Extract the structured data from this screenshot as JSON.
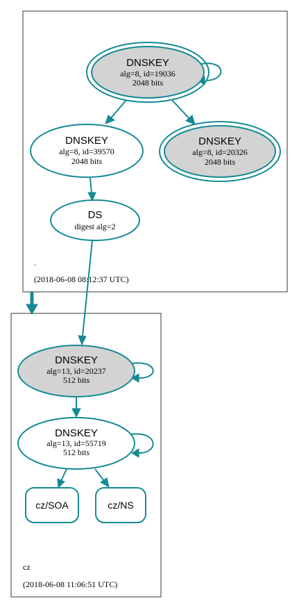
{
  "colors": {
    "edge": "#158a93",
    "shaded_fill": "#d3d3d3",
    "border": "#333333"
  },
  "root_zone": {
    "name": ".",
    "timestamp": "(2018-06-08 08:12:37 UTC)",
    "ksk": {
      "title": "DNSKEY",
      "line1": "alg=8, id=19036",
      "line2": "2048 bits"
    },
    "zsk": {
      "title": "DNSKEY",
      "line1": "alg=8, id=39570",
      "line2": "2048 bits"
    },
    "ksk_standby": {
      "title": "DNSKEY",
      "line1": "alg=8, id=20326",
      "line2": "2048 bits"
    },
    "ds": {
      "title": "DS",
      "line1": "digest alg=2"
    }
  },
  "cz_zone": {
    "name": "cz",
    "timestamp": "(2018-06-08 11:06:51 UTC)",
    "ksk": {
      "title": "DNSKEY",
      "line1": "alg=13, id=20237",
      "line2": "512 bits"
    },
    "zsk": {
      "title": "DNSKEY",
      "line1": "alg=13, id=55719",
      "line2": "512 bits"
    },
    "soa": {
      "label": "cz/SOA"
    },
    "ns": {
      "label": "cz/NS"
    }
  }
}
